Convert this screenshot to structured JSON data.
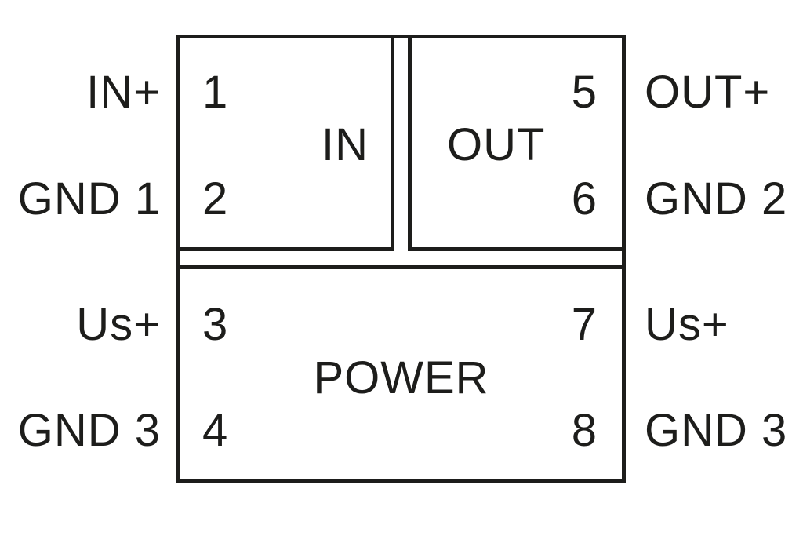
{
  "diagram": {
    "type": "terminal-pinout-connection-diagram",
    "line_color": "#1d1d1b",
    "background_color": "#ffffff"
  },
  "blocks": {
    "in": {
      "label": "IN",
      "pin_top": "1",
      "pin_bottom": "2"
    },
    "out": {
      "label": "OUT",
      "pin_top": "5",
      "pin_bottom": "6"
    },
    "power": {
      "label": "POWER",
      "pin_top_left": "3",
      "pin_bottom_left": "4",
      "pin_top_right": "7",
      "pin_bottom_right": "8"
    }
  },
  "external_labels": {
    "left": {
      "row1": "IN+",
      "row2": "GND 1",
      "row3": "Us+",
      "row4": "GND 3"
    },
    "right": {
      "row1": "OUT+",
      "row2": "GND 2",
      "row3": "Us+",
      "row4": "GND 3"
    }
  }
}
